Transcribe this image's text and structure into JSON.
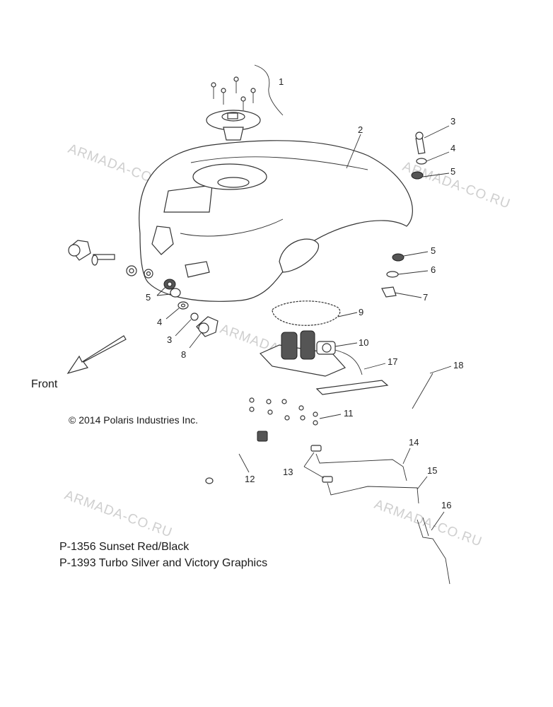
{
  "watermark": "ARMADA-CO.RU",
  "front_label": "Front",
  "copyright": "© 2014 Polaris Industries Inc.",
  "notes": [
    "P-1356 Sunset Red/Black",
    "P-1393 Turbo Silver and Victory Graphics"
  ],
  "callouts": {
    "c1": "1",
    "c2": "2",
    "c3a": "3",
    "c4a": "4",
    "c5a": "5",
    "c5b": "5",
    "c6": "6",
    "c7": "7",
    "c5c": "5",
    "c4b": "4",
    "c3b": "3",
    "c8": "8",
    "c9": "9",
    "c10": "10",
    "c17": "17",
    "c18": "18",
    "c11": "11",
    "c12": "12",
    "c13": "13",
    "c14": "14",
    "c15": "15",
    "c16": "16"
  }
}
